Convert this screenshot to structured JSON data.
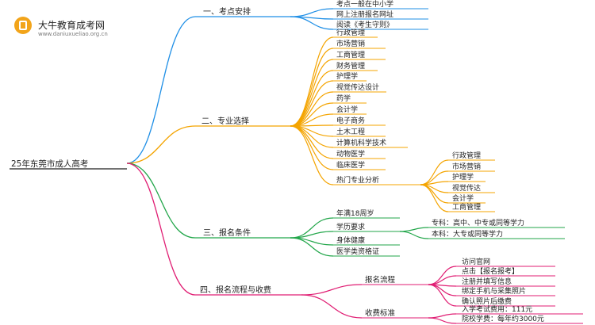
{
  "watermark": {
    "name": "大牛教育成考网",
    "url": "www.daniuxueliao.org.cn",
    "badge_color": "#f2a41a"
  },
  "colors": {
    "root_line": "#444444",
    "branch_blue": "#1f8fe6",
    "branch_orange": "#f4a400",
    "branch_green": "#22a64a",
    "branch_pink": "#e01d73"
  },
  "root": "25年东莞市成人高考",
  "branches": [
    {
      "label": "一、考点安排",
      "color": "#1f8fe6",
      "children": [
        {
          "label": "考点一般在中小学"
        },
        {
          "label": "网上注册报名网址"
        },
        {
          "label": "阅读《考生守则》"
        }
      ]
    },
    {
      "label": "二、专业选择",
      "color": "#f4a400",
      "children": [
        {
          "label": "行政管理"
        },
        {
          "label": "市场营销"
        },
        {
          "label": "工商管理"
        },
        {
          "label": "财务管理"
        },
        {
          "label": "护理学"
        },
        {
          "label": "视觉传达设计"
        },
        {
          "label": "药学"
        },
        {
          "label": "会计学"
        },
        {
          "label": "电子商务"
        },
        {
          "label": "土木工程"
        },
        {
          "label": "计算机科学技术"
        },
        {
          "label": "动物医学"
        },
        {
          "label": "临床医学"
        },
        {
          "label": "热门专业分析",
          "children": [
            {
              "label": "行政管理"
            },
            {
              "label": "市场营销"
            },
            {
              "label": "护理学"
            },
            {
              "label": "视觉传达"
            },
            {
              "label": "会计学"
            },
            {
              "label": "工商管理"
            }
          ]
        }
      ]
    },
    {
      "label": "三、报名条件",
      "color": "#22a64a",
      "children": [
        {
          "label": "年满18周岁"
        },
        {
          "label": "学历要求",
          "children": [
            {
              "label": "专科：高中、中专或同等学力"
            },
            {
              "label": "本科：大专或同等学力"
            }
          ]
        },
        {
          "label": "身体健康"
        },
        {
          "label": "医学类资格证"
        }
      ]
    },
    {
      "label": "四、报名流程与收费",
      "color": "#e01d73",
      "children": [
        {
          "label": "报名流程",
          "children": [
            {
              "label": "访问官网"
            },
            {
              "label": "点击【报名报考】"
            },
            {
              "label": "注册并填写信息"
            },
            {
              "label": "绑定手机与采集照片"
            },
            {
              "label": "确认照片后缴费"
            }
          ]
        },
        {
          "label": "收费标准",
          "children": [
            {
              "label": "入学考试费用：111元"
            },
            {
              "label": "院校学费：每年约3000元"
            }
          ]
        }
      ]
    }
  ]
}
